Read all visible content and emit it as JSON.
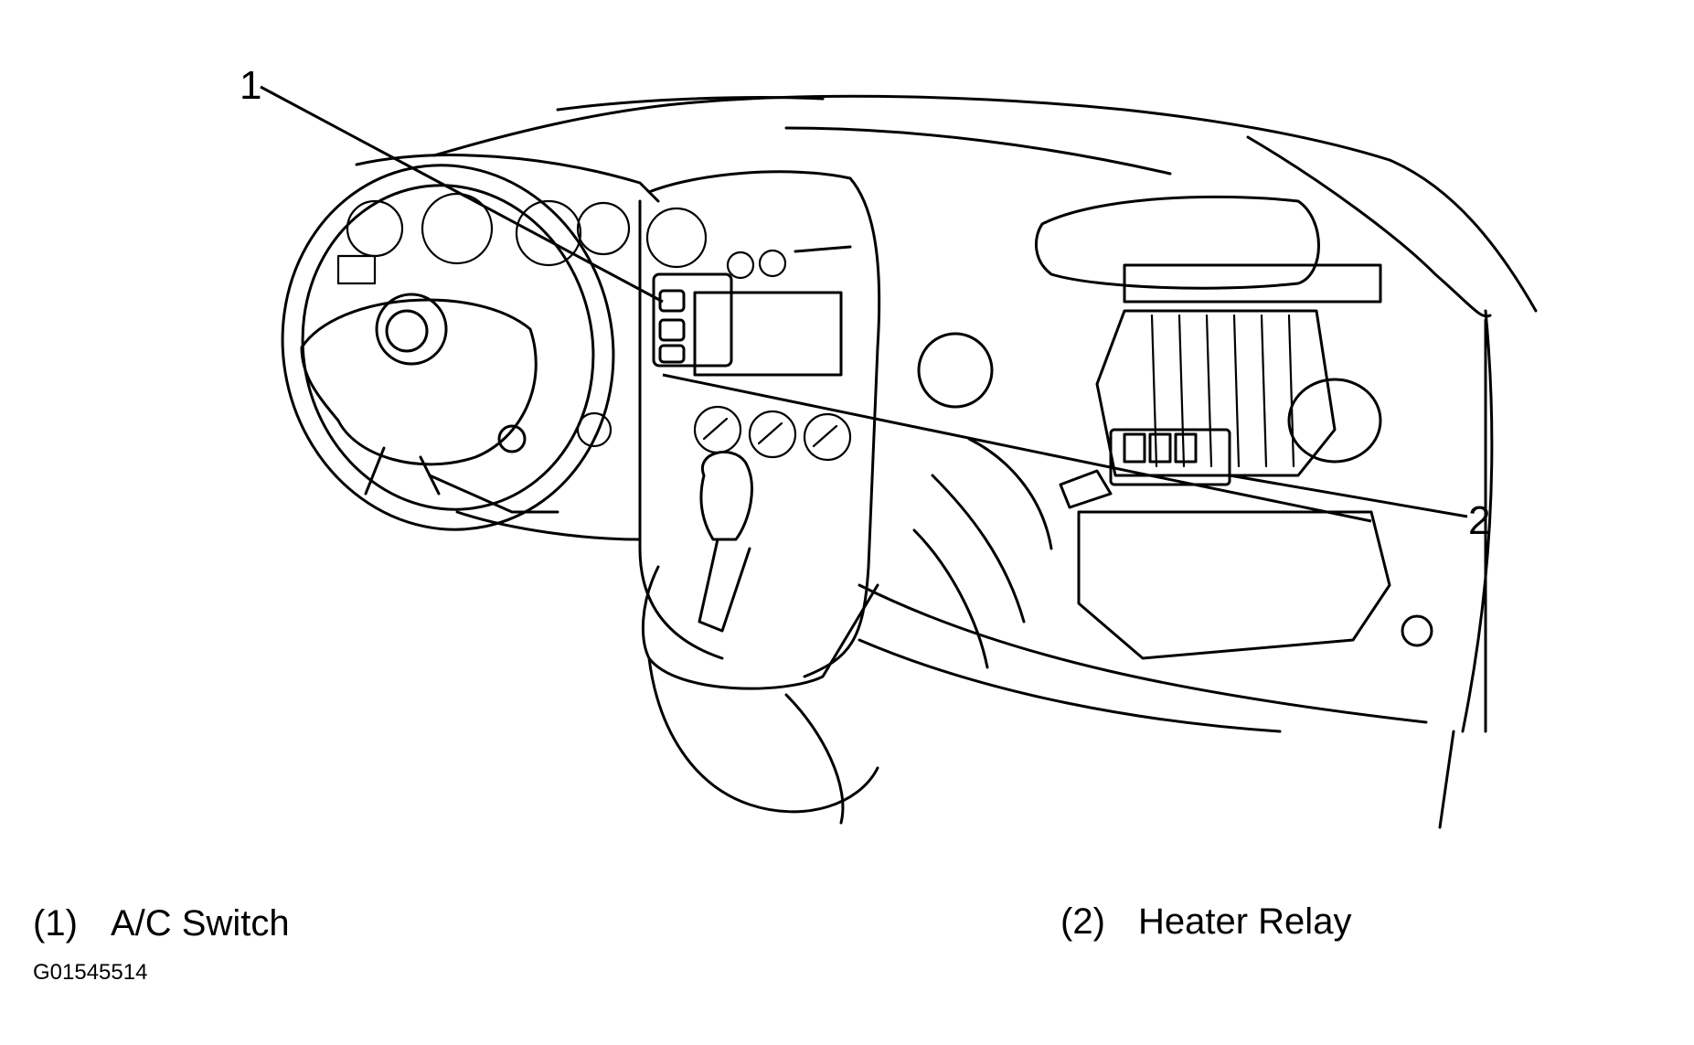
{
  "callouts": [
    {
      "number": "1"
    },
    {
      "number": "2"
    }
  ],
  "legend": [
    {
      "number": "(1)",
      "label": "A/C Switch"
    },
    {
      "number": "(2)",
      "label": "Heater Relay"
    }
  ],
  "figure_id": "G01545514"
}
